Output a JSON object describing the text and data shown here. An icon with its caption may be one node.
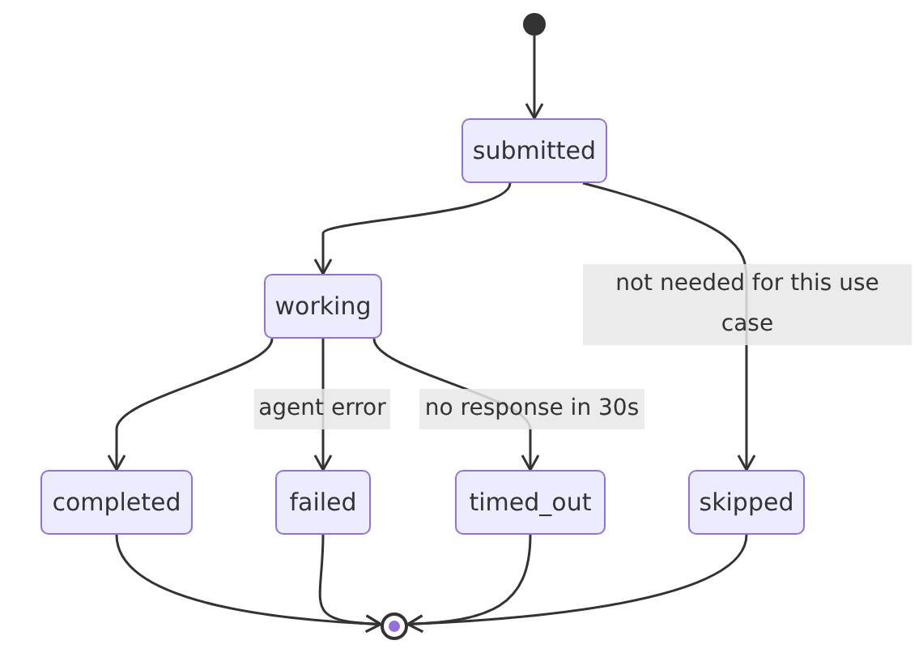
{
  "diagram": {
    "nodes": [
      {
        "text": [],
        "shape": "circle"
      },
      {
        "text": [
          "submitted"
        ]
      },
      {
        "text": [
          "working"
        ]
      },
      {
        "text": [
          "completed"
        ]
      },
      {
        "text": [
          "failed"
        ]
      },
      {
        "text": [
          "timed_out"
        ]
      },
      {
        "text": [
          "skipped"
        ]
      },
      {
        "text": [],
        "shape": "circle"
      }
    ],
    "edges": [
      {
        "from": 0,
        "to": 1,
        "arrow": "to"
      },
      {
        "from": 1,
        "to": 2,
        "arrow": "to"
      },
      {
        "from": 1,
        "to": 6,
        "arrow": "to",
        "label": "not needed for this use case"
      },
      {
        "from": 2,
        "to": 3,
        "arrow": "to"
      },
      {
        "from": 2,
        "to": 4,
        "arrow": "to",
        "label": "agent error"
      },
      {
        "from": 2,
        "to": 5,
        "arrow": "to",
        "label": "no response in 30s"
      },
      {
        "from": 3,
        "to": 7,
        "arrow": "to"
      },
      {
        "from": 4,
        "to": 7,
        "arrow": "to"
      },
      {
        "from": 5,
        "to": 7,
        "arrow": "to"
      },
      {
        "from": 6,
        "to": 7,
        "arrow": "to"
      }
    ]
  }
}
